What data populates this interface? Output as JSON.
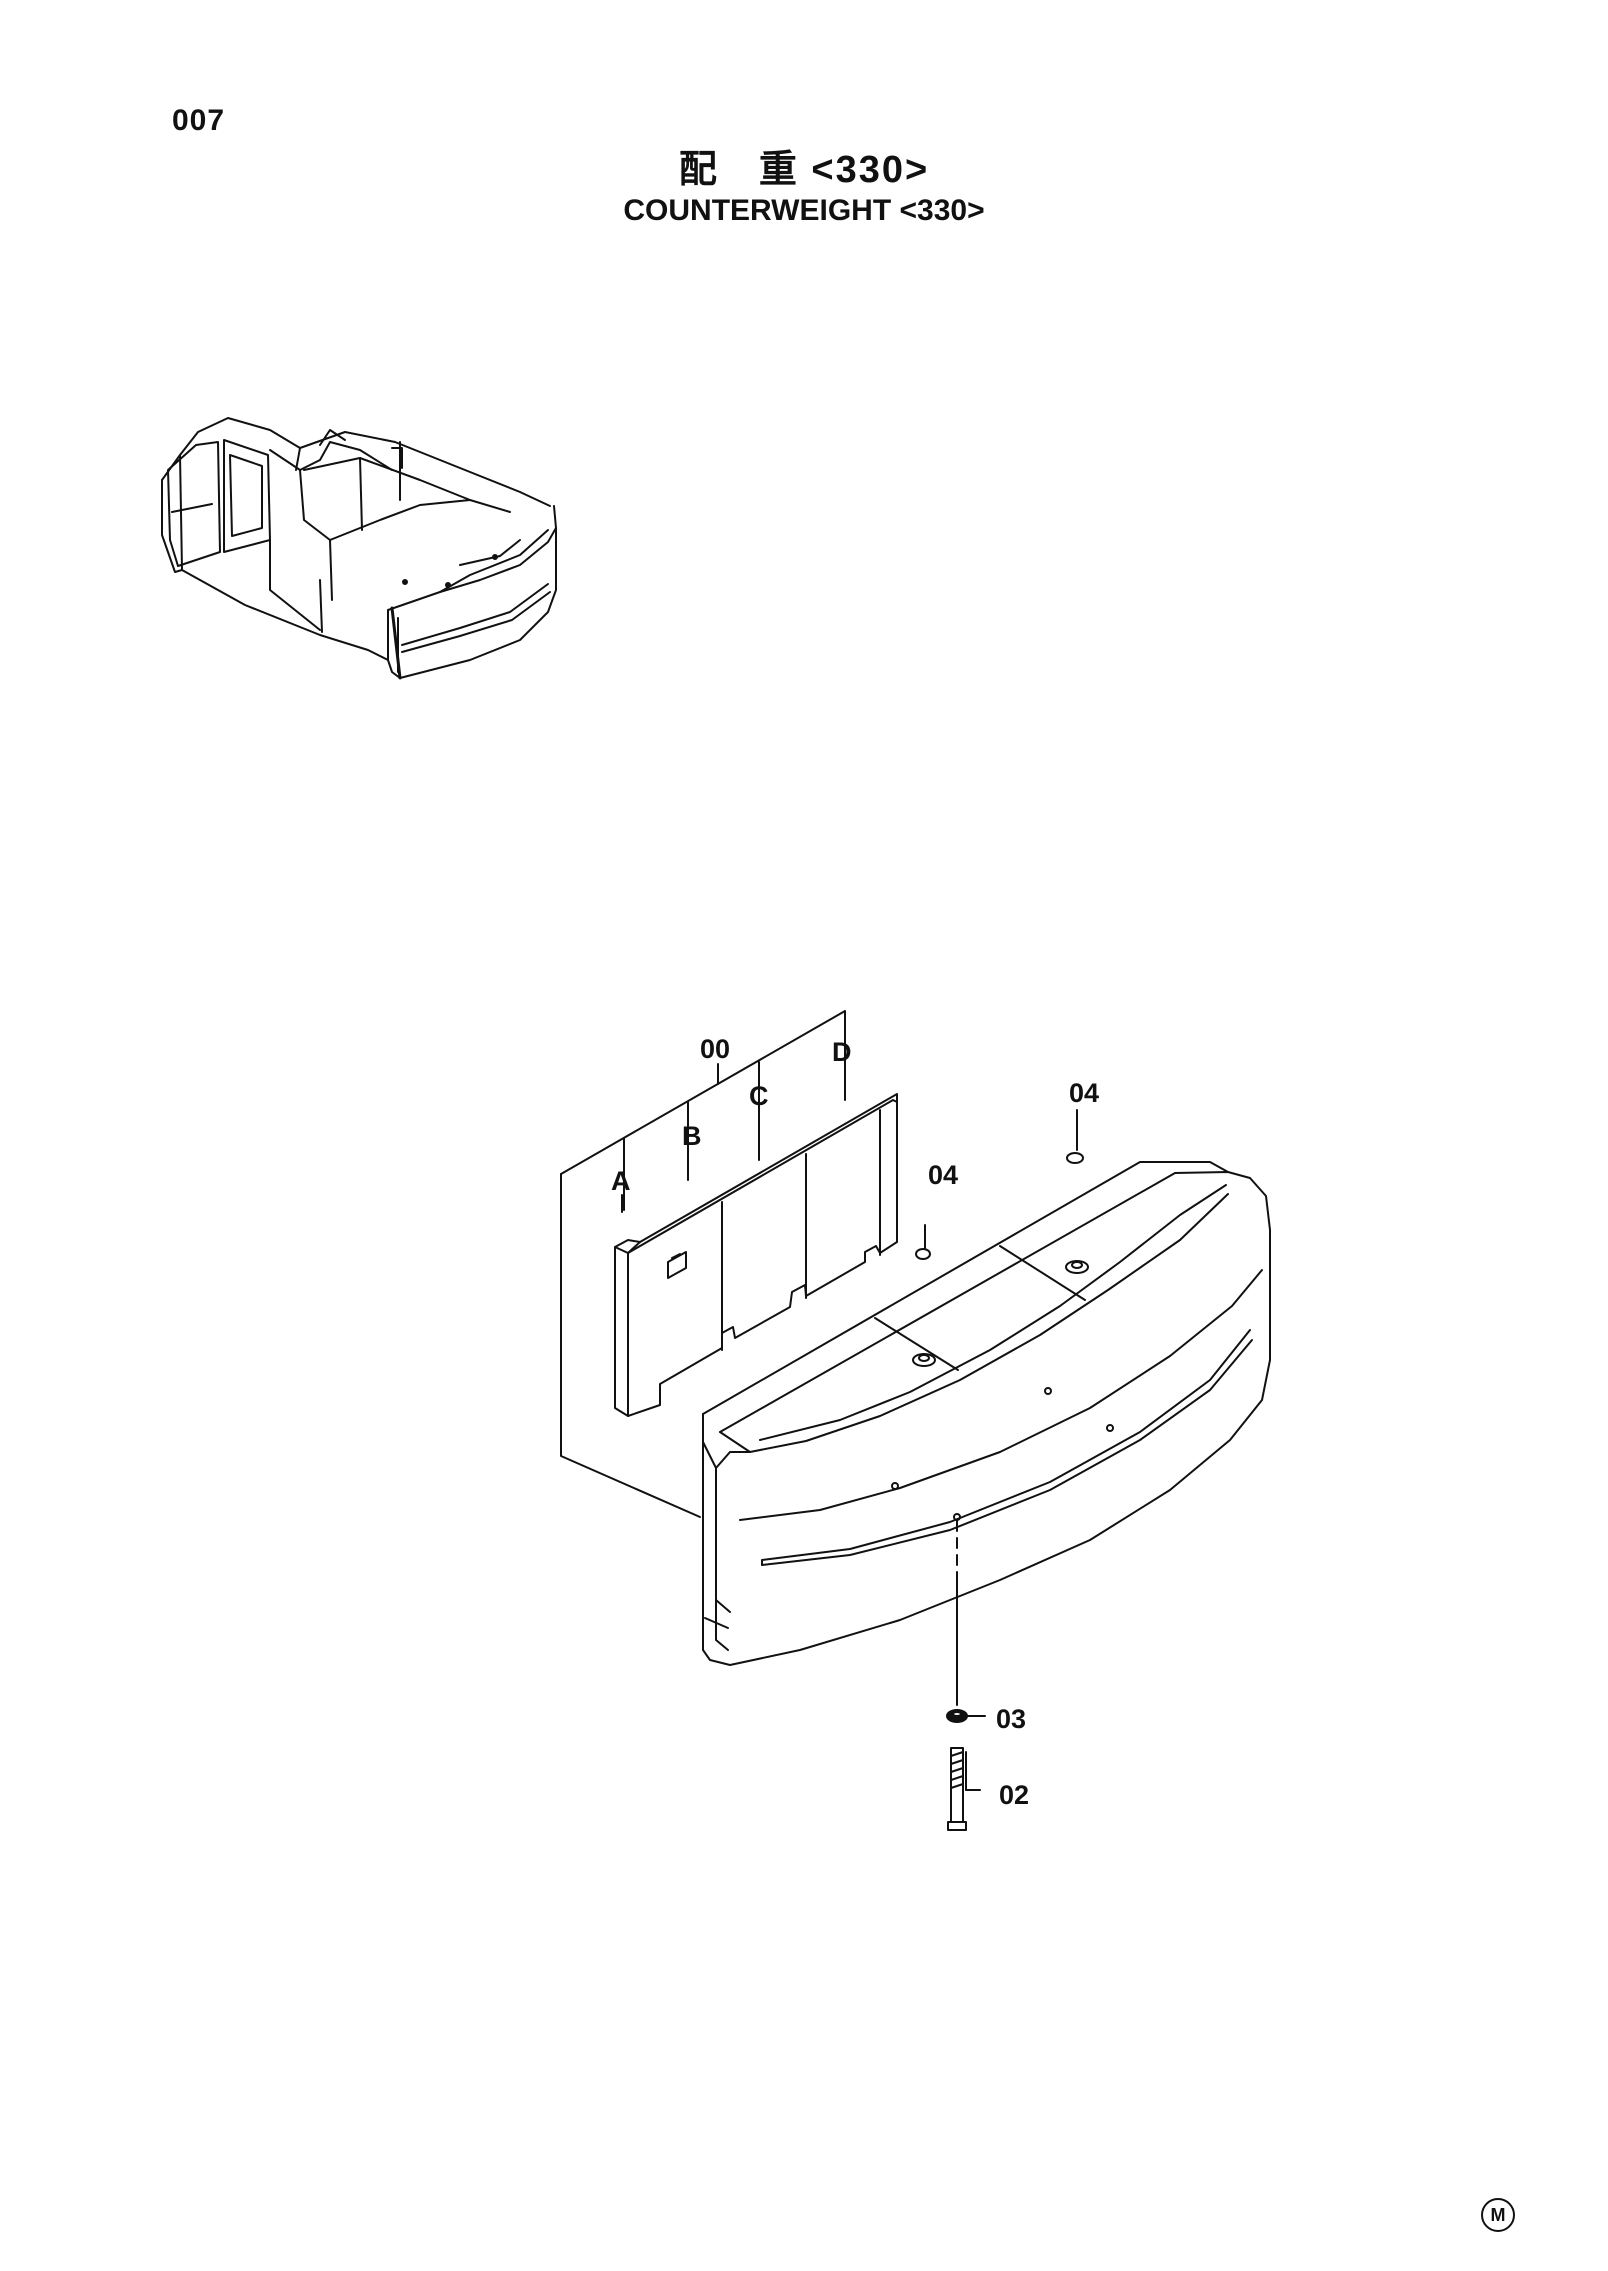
{
  "page": {
    "number": "007",
    "title_jp": "配　重 <330>",
    "title_en": "COUNTERWEIGHT <330>",
    "corner_mark": "M"
  },
  "callouts": {
    "assembly": "00",
    "sub_a": "A",
    "sub_b": "B",
    "sub_c": "C",
    "sub_d": "D",
    "cap_left": "04",
    "cap_right": "04",
    "washer": "03",
    "bolt": "02"
  },
  "icons": {
    "excavator_overview": "excavator-overview-icon",
    "counterweight": "counterweight-diagram",
    "bolt": "bolt-icon",
    "washer": "washer-icon"
  }
}
